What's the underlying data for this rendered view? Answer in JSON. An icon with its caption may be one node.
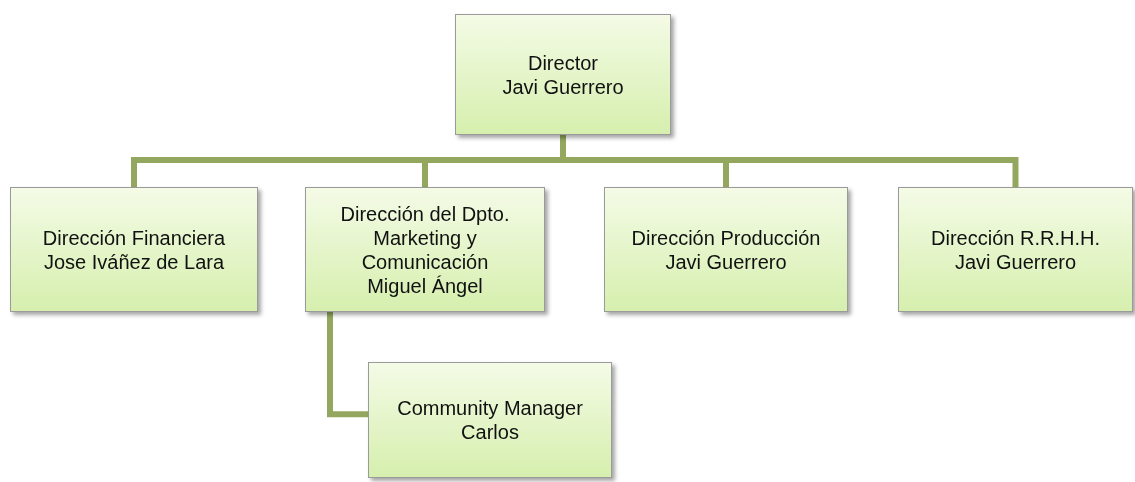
{
  "diagram": {
    "nodes": [
      {
        "text": [
          "Director",
          "Javi Guerrero"
        ]
      },
      {
        "text": [
          "Dirección Financiera",
          "Jose Iváñez de Lara"
        ]
      },
      {
        "text": [
          "Dirección del Dpto. Marketing y Comunicación",
          "Miguel Ángel"
        ]
      },
      {
        "text": [
          "Dirección Producción",
          "Javi Guerrero"
        ]
      },
      {
        "text": [
          "Dirección R.R.H.H.",
          "Javi Guerrero"
        ]
      },
      {
        "text": [
          "Community Manager",
          "Carlos"
        ]
      }
    ],
    "edges": [
      {
        "from": 0,
        "to": 1,
        "arrow": "none"
      },
      {
        "from": 0,
        "to": 2,
        "arrow": "none"
      },
      {
        "from": 0,
        "to": 3,
        "arrow": "none"
      },
      {
        "from": 0,
        "to": 4,
        "arrow": "none"
      },
      {
        "from": 2,
        "to": 5,
        "arrow": "none"
      }
    ]
  }
}
